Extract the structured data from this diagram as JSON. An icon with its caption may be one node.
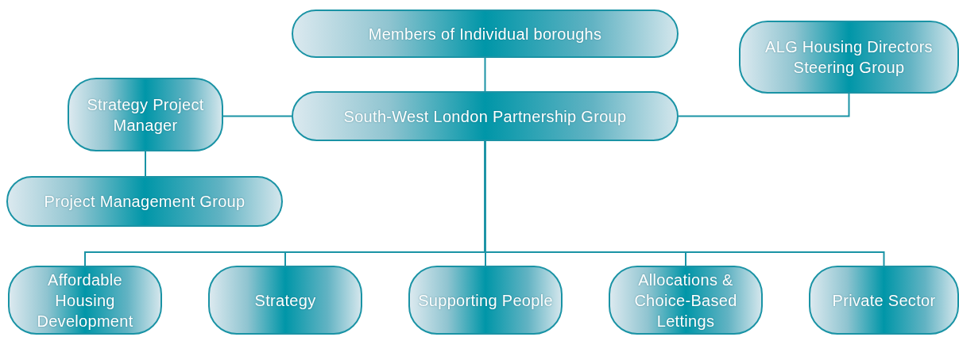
{
  "diagram": {
    "nodes": [
      {
        "text": [
          "Members of Individual boroughs"
        ]
      },
      {
        "text": [
          "ALG Housing Directors Steering Group"
        ]
      },
      {
        "text": [
          "Strategy Project Manager"
        ]
      },
      {
        "text": [
          "South-West London Partnership Group"
        ]
      },
      {
        "text": [
          "Project Management Group"
        ]
      },
      {
        "text": [
          "Affordable Housing Development"
        ]
      },
      {
        "text": [
          "Strategy"
        ]
      },
      {
        "text": [
          "Supporting People"
        ]
      },
      {
        "text": [
          "Allocations & Choice-Based Lettings"
        ]
      },
      {
        "text": [
          "Private Sector"
        ]
      }
    ],
    "edges": [
      {
        "from": 0,
        "to": 3,
        "arrow": "none"
      },
      {
        "from": 3,
        "to": 1,
        "arrow": "none"
      },
      {
        "from": 2,
        "to": 3,
        "arrow": "none"
      },
      {
        "from": 2,
        "to": 4,
        "arrow": "none"
      },
      {
        "from": 3,
        "to": 5,
        "arrow": "none"
      },
      {
        "from": 3,
        "to": 6,
        "arrow": "none"
      },
      {
        "from": 3,
        "to": 7,
        "arrow": "none"
      },
      {
        "from": 3,
        "to": 8,
        "arrow": "none"
      },
      {
        "from": 3,
        "to": 9,
        "arrow": "none"
      }
    ]
  }
}
